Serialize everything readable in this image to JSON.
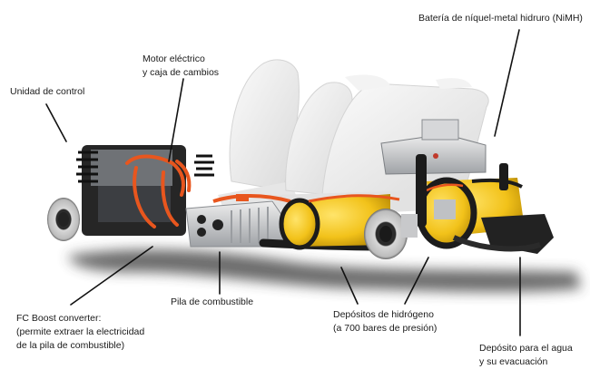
{
  "diagram": {
    "subject": "Hydrogen fuel cell vehicle chassis components",
    "labels": {
      "control_unit": {
        "lines": [
          "Unidad de control"
        ]
      },
      "motor": {
        "lines": [
          "Motor eléctrico",
          "y caja de cambios"
        ]
      },
      "battery": {
        "lines": [
          "Batería de níquel-metal hidruro (NiMH)"
        ]
      },
      "boost_converter": {
        "lines": [
          "FC Boost converter:",
          "(permite extraer la electricidad",
          "de la pila de combustible)"
        ]
      },
      "fuel_cell": {
        "lines": [
          "Pila de combustible"
        ]
      },
      "hydrogen_tanks": {
        "lines": [
          "Depósitos de hidrógeno",
          "(a 700 bares de presión)"
        ]
      },
      "water_tank": {
        "lines": [
          "Depósito para el agua",
          "y su evacuación"
        ]
      }
    },
    "colors": {
      "background": "#ffffff",
      "text": "#1a1a1a",
      "leader_line": "#111111",
      "cable_orange": "#e8561e",
      "tank_yellow": "#f2c21a",
      "seat_white": "#ececec",
      "shadow": "#555555",
      "metal": "#c9cbce",
      "dark_part": "#1e1e1e"
    }
  }
}
